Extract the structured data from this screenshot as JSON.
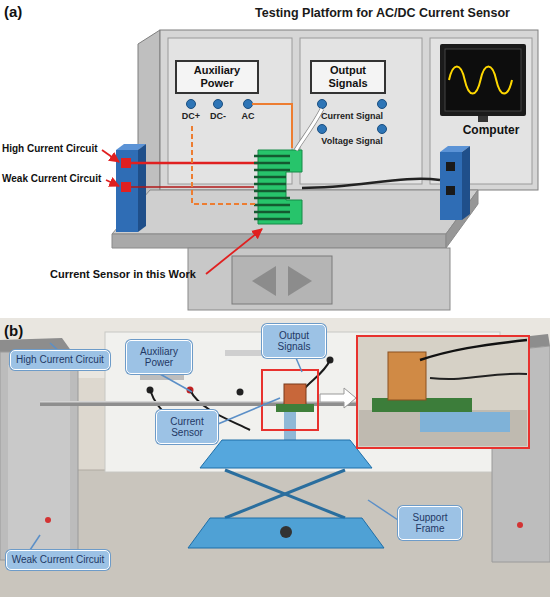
{
  "diagram": {
    "nodes": [
      {
        "text": [
          "Auxiliary Power"
        ]
      },
      {
        "text": [
          "Output Signals"
        ]
      },
      {
        "text": [
          "High Current Circuit"
        ]
      },
      {
        "text": [
          "Auxiliary Power"
        ]
      },
      {
        "text": [
          "Output Signals"
        ]
      },
      {
        "text": [
          "Current Sensor"
        ]
      },
      {
        "text": [
          "Support Frame"
        ]
      },
      {
        "text": [
          "Weak Current Circuit"
        ]
      }
    ],
    "labels": [
      "(a)",
      "Testing Platform for AC/DC Current Sensor",
      "DC+",
      "DC-",
      "AC",
      "Current Signal",
      "Voltage Signal",
      "Computer",
      "High Current Circuit",
      "Weak Current Circuit",
      "Current Sensor in this Work",
      "(b)"
    ]
  }
}
